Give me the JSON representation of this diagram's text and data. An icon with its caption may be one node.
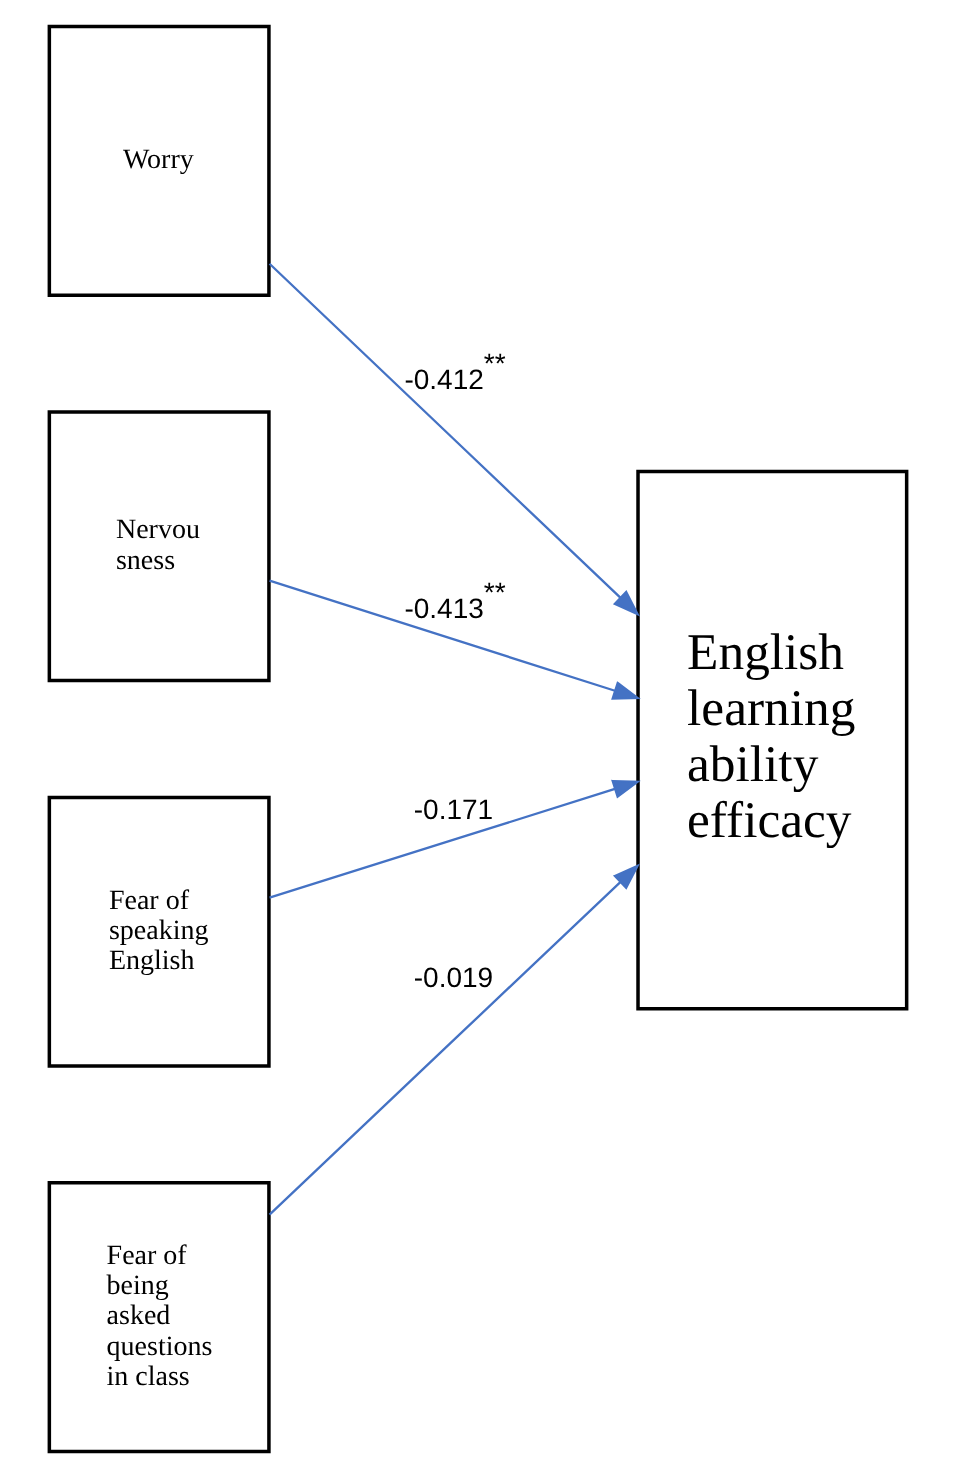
{
  "diagram": {
    "nodes": [
      {
        "text": [
          "Worry"
        ]
      },
      {
        "text": [
          "Nervou sness"
        ]
      },
      {
        "text": [
          "Fear of speaking English"
        ]
      },
      {
        "text": [
          "Fear of being asked questions in class"
        ]
      },
      {
        "text": [
          "English learning ability efficacy"
        ]
      }
    ],
    "edges": [
      {
        "from": 0,
        "to": 4,
        "arrow": "to",
        "label": "-0.412$^{**}$"
      },
      {
        "from": 1,
        "to": 4,
        "arrow": "to",
        "label": "-0.413$^{**}$"
      },
      {
        "from": 2,
        "to": 4,
        "arrow": "to",
        "label": "-0.171"
      },
      {
        "from": 3,
        "to": 4,
        "arrow": "to",
        "label": "-0.019"
      }
    ]
  }
}
